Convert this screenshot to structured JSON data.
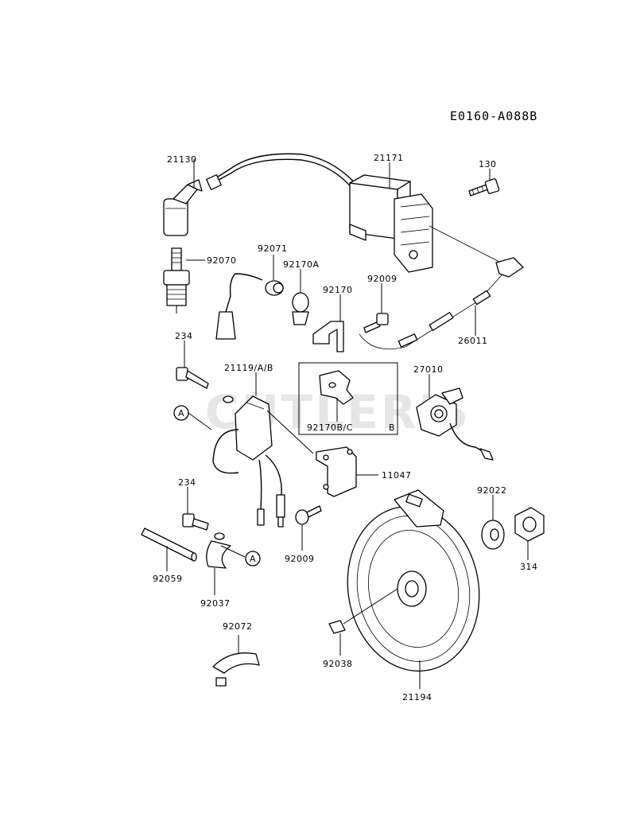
{
  "diagram_code": "E0160-A088B",
  "watermark": "CUTLER'S",
  "callouts": {
    "c21130": "21130",
    "c21171": "21171",
    "c130": "130",
    "c92070": "92070",
    "c92071": "92071",
    "c92170A": "92170A",
    "c92009a": "92009",
    "c92170": "92170",
    "c26011": "26011",
    "c234a": "234",
    "c21119": "21119/A/B",
    "c27010": "27010",
    "c92170BC": "92170B/C",
    "cB": "B",
    "c11047": "11047",
    "cA1": "A",
    "c234b": "234",
    "c92022": "92022",
    "cA2": "A",
    "c92009b": "92009",
    "c314": "314",
    "c92059": "92059",
    "c92037": "92037",
    "c92072": "92072",
    "c92038": "92038",
    "c21194": "21194"
  }
}
